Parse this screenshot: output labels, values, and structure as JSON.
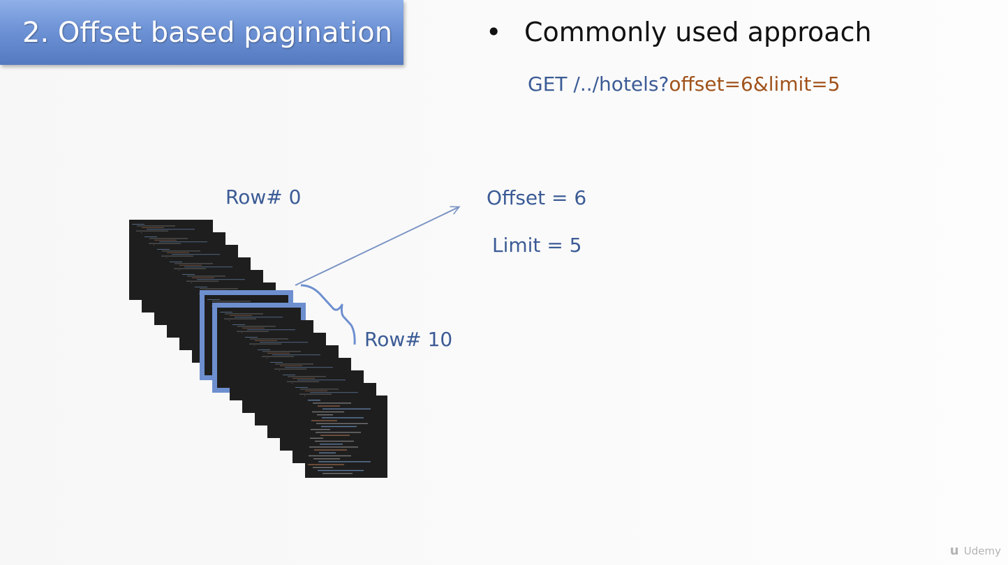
{
  "slide": {
    "title": "2. Offset based pagination",
    "bullet": {
      "marker": "•",
      "text": "Commonly used approach"
    },
    "request": {
      "path": "GET /../hotels?",
      "query": "offset=6&limit=5"
    },
    "labels": {
      "row_start": "Row# 0",
      "row_end": "Row# 10",
      "offset": "Offset = 6",
      "limit": "Limit = 5"
    },
    "watermark": {
      "logo": "u",
      "text": "Udemy"
    }
  },
  "colors": {
    "banner": "#6e93d6",
    "accent_blue": "#3b5b95",
    "query_orange": "#a0521a",
    "highlight": "#6d8fcf",
    "screen": "#1e1e1e"
  },
  "stack": {
    "row_count": 15,
    "highlight_rows": [
      6,
      7
    ]
  }
}
